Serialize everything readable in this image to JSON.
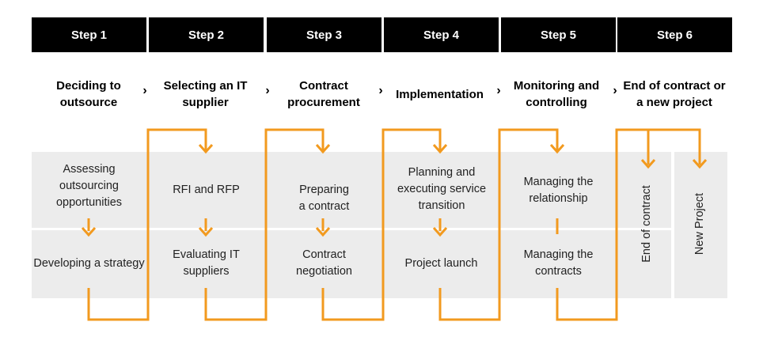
{
  "steps": [
    "Step 1",
    "Step 2",
    "Step 3",
    "Step 4",
    "Step 5",
    "Step 6"
  ],
  "phases": [
    "Deciding to outsource",
    "Selecting an IT supplier",
    "Contract procurement",
    "Implementation",
    "Monitoring and controlling",
    "End of contract or a new project"
  ],
  "activities": {
    "s1_top": "Assessing outsourcing opportunities",
    "s1_bottom": "Developing a strategy",
    "s2_top": "RFI and RFP",
    "s2_bottom": "Evaluating IT suppliers",
    "s3_top": "Preparing a contract",
    "s3_bottom": "Contract negotiation",
    "s4_top": "Planning and executing service transition",
    "s4_bottom": "Project launch",
    "s5_top": "Managing the relationship",
    "s5_bottom": "Managing the contracts",
    "s6_left": "End of contract",
    "s6_right": "New Project"
  },
  "separator_glyph": "›",
  "colors": {
    "header_bg": "#000000",
    "header_text": "#ffffff",
    "panel_bg": "#ececec",
    "flow_line": "#f29a1f"
  }
}
